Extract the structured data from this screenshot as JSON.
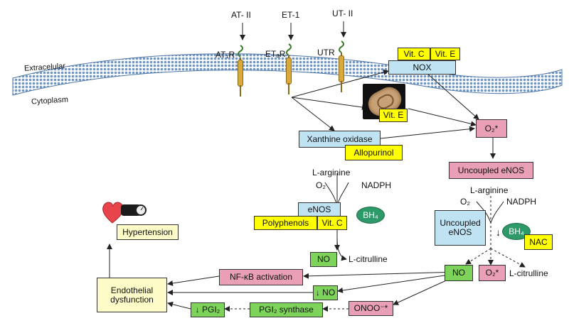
{
  "agonists": {
    "at2": "AT- II",
    "et1": "ET-1",
    "ut2": "UT- II"
  },
  "receptors": {
    "at1r": "AT₁R",
    "etar": "ETₐR",
    "utr": "UTR"
  },
  "membrane": {
    "outside": "Extracelular",
    "inside": "Cytoplasm"
  },
  "boxes": {
    "vitc_top": "Vit. C",
    "vite_top": "Vit. E",
    "nox": "NOX",
    "vite_mito": "Vit. E",
    "superoxide_top": "O₂*",
    "xanthine_oxidase": "Xanthine oxidase",
    "allopurinol": "Allopurinol",
    "uncoupled_enos_top": "Uncoupled eNOS",
    "enos": "eNOS",
    "polyphenols": "Polyphenols",
    "vitc_mid": "Vit. C",
    "bh4_left": "BH₄",
    "no_left": "NO",
    "uncoupled_enos_right": "Uncoupled eNOS",
    "bh4_right": "BH₄",
    "nac": "NAC",
    "no_right": "NO",
    "superoxide_right": "O₂*",
    "hypertension": "Hypertension",
    "nfkb": "NF-κB activation",
    "endothelial_dysfunction": "Endothelial dysfunction",
    "down_no": "↓ NO",
    "down_pgi2": "↓ PGI₂",
    "pgi2_synthase": "PGI₂ synthase",
    "onoo": "ONOO⁻*"
  },
  "labels": {
    "l_arginine_left": "L-arginine",
    "o2_left": "O₂",
    "nadph_left": "NADPH",
    "l_citrulline_left": "L-citrulline",
    "l_arginine_right": "L-arginine",
    "o2_right": "O₂",
    "nadph_right": "NADPH",
    "l_citrulline_right": "L-citrulline",
    "down_arrow_bh4": "↓"
  },
  "colors": {
    "box_blue": "#bfe3f3",
    "box_yellow": "#ffff00",
    "box_pink": "#e9a0b7",
    "box_green": "#7ed35a",
    "box_cream": "#fdfbc7",
    "oval_green": "#2e9a6a",
    "membrane": "#8fb3d9"
  },
  "icons": {
    "heart": "heart-with-blood-pressure-cuff-icon",
    "mitochondrion": "mitochondrion-icon"
  }
}
